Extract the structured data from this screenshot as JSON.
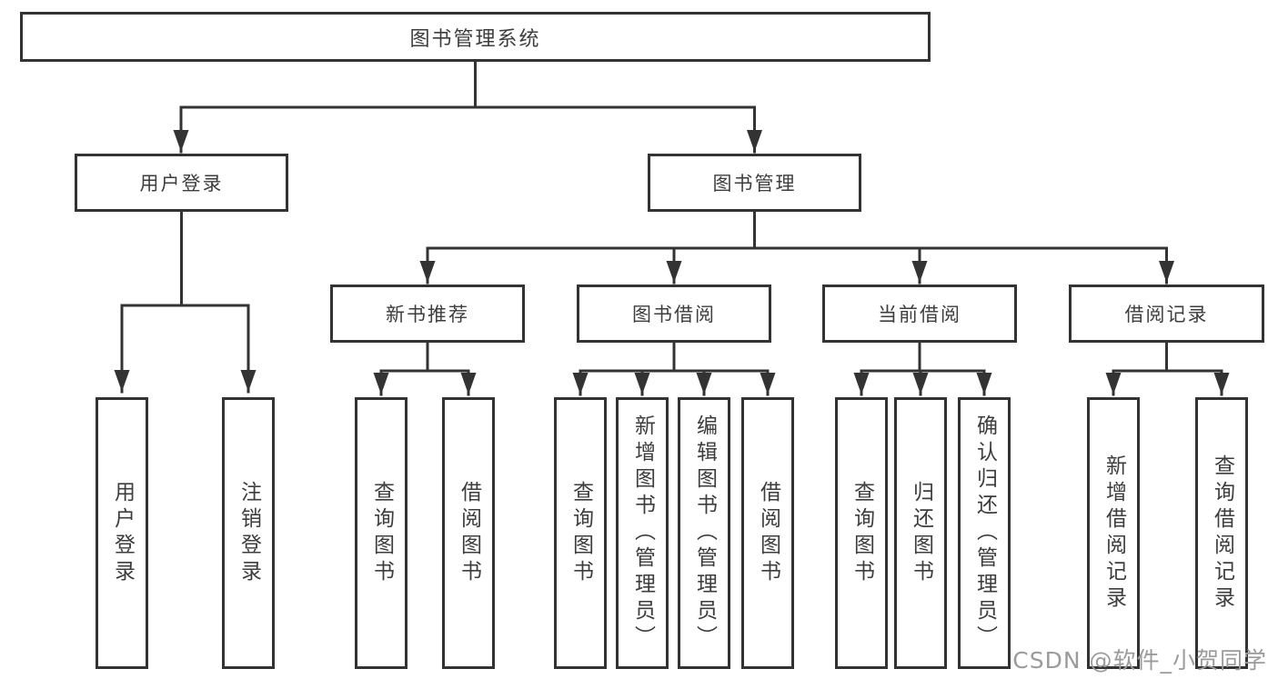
{
  "diagram": {
    "title": "图书管理系统",
    "tree": {
      "label": "图书管理系统",
      "children": [
        {
          "label": "用户登录",
          "children": [
            {
              "label": "用户登录"
            },
            {
              "label": "注销登录"
            }
          ]
        },
        {
          "label": "图书管理",
          "children": [
            {
              "label": "新书推荐",
              "children": [
                {
                  "label": "查询图书"
                },
                {
                  "label": "借阅图书"
                }
              ]
            },
            {
              "label": "图书借阅",
              "children": [
                {
                  "label": "查询图书"
                },
                {
                  "label": "新增图书（管理员）"
                },
                {
                  "label": "编辑图书（管理员）"
                },
                {
                  "label": "借阅图书"
                }
              ]
            },
            {
              "label": "当前借阅",
              "children": [
                {
                  "label": "查询图书"
                },
                {
                  "label": "归还图书"
                },
                {
                  "label": "确认归还（管理员）"
                }
              ]
            },
            {
              "label": "借阅记录",
              "children": [
                {
                  "label": "新增借阅记录"
                },
                {
                  "label": "查询借阅记录"
                }
              ]
            }
          ]
        }
      ]
    },
    "colors": {
      "line": "#333333",
      "box_border": "#333333",
      "text": "#3d3d3d",
      "background": "#ffffff",
      "watermark": "#9b9b9b"
    }
  },
  "watermark": {
    "text": "CSDN @软件_小贺同学"
  }
}
